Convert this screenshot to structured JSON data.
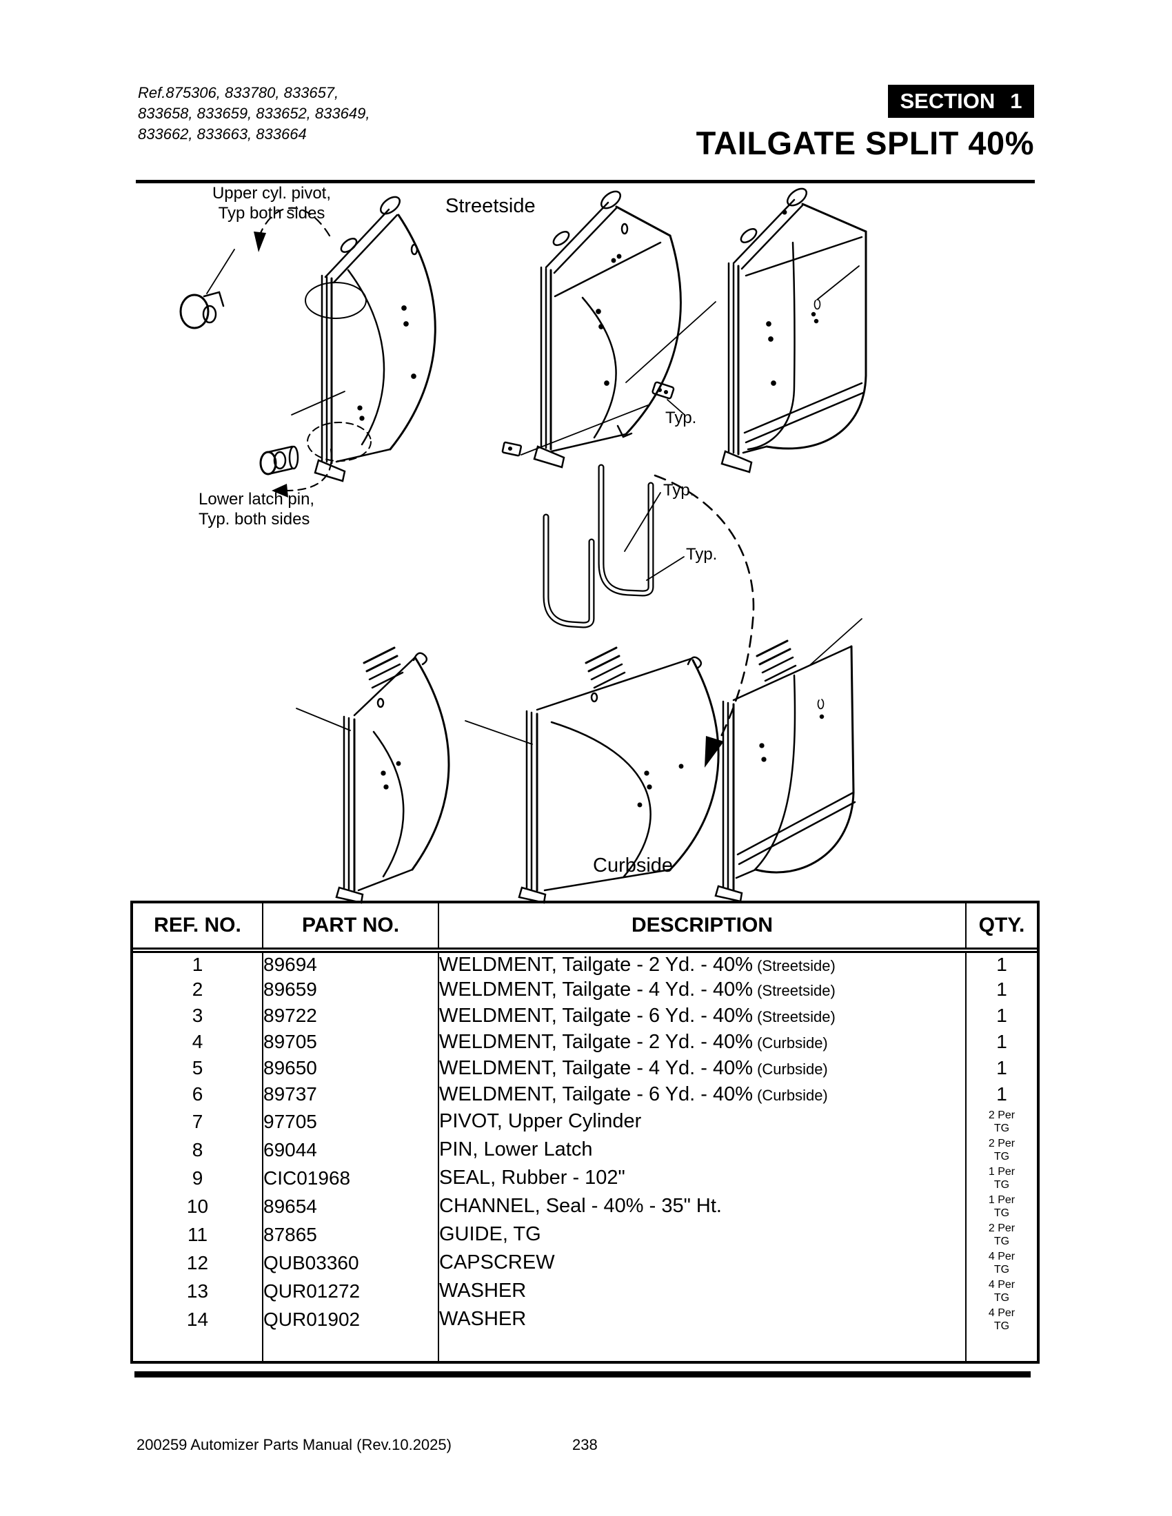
{
  "header": {
    "ref_lines": [
      "Ref.875306,  833780, 833657,",
      "833658, 833659, 833652, 833649,",
      "833662, 833663, 833664"
    ],
    "section_label": "SECTION",
    "section_number": "1",
    "title": "TAILGATE SPLIT 40%"
  },
  "diagram": {
    "labels": {
      "upper_pivot_1": "Upper cyl. pivot,",
      "upper_pivot_2": "Typ both sides",
      "streetside": "Streetside",
      "lower_latch_1": "Lower latch pin,",
      "lower_latch_2": "Typ. both sides",
      "typ_1": "Typ.",
      "typ_2": "Typ.",
      "typ_3": "Typ.",
      "curbside": "Curbside"
    }
  },
  "table": {
    "headers": [
      "REF. NO.",
      "PART NO.",
      "DESCRIPTION",
      "QTY."
    ],
    "rows": [
      {
        "ref": "1",
        "part": "89694",
        "desc": "WELDMENT, Tailgate - 2 Yd. - 40%",
        "note": "(Streetside)",
        "qty": "1",
        "qty_sub": ""
      },
      {
        "ref": "2",
        "part": "89659",
        "desc": "WELDMENT, Tailgate - 4 Yd. - 40%",
        "note": "(Streetside)",
        "qty": "1",
        "qty_sub": ""
      },
      {
        "ref": "3",
        "part": "89722",
        "desc": "WELDMENT, Tailgate - 6 Yd. - 40%",
        "note": "(Streetside)",
        "qty": "1",
        "qty_sub": ""
      },
      {
        "ref": "4",
        "part": "89705",
        "desc": "WELDMENT, Tailgate - 2 Yd. - 40%",
        "note": "(Curbside)",
        "qty": "1",
        "qty_sub": ""
      },
      {
        "ref": "5",
        "part": "89650",
        "desc": "WELDMENT, Tailgate - 4 Yd. - 40%",
        "note": "(Curbside)",
        "qty": "1",
        "qty_sub": ""
      },
      {
        "ref": "6",
        "part": "89737",
        "desc": "WELDMENT, Tailgate - 6 Yd. - 40%",
        "note": "(Curbside)",
        "qty": "1",
        "qty_sub": ""
      },
      {
        "ref": "7",
        "part": "97705",
        "desc": "PIVOT, Upper Cylinder",
        "note": "",
        "qty": "2 Per",
        "qty_sub": "TG"
      },
      {
        "ref": "8",
        "part": "69044",
        "desc": "PIN, Lower Latch",
        "note": "",
        "qty": "2 Per",
        "qty_sub": "TG"
      },
      {
        "ref": "9",
        "part": "CIC01968",
        "desc": "SEAL, Rubber - 102\"",
        "note": "",
        "qty": "1 Per",
        "qty_sub": "TG"
      },
      {
        "ref": "10",
        "part": "89654",
        "desc": "CHANNEL, Seal - 40% - 35\" Ht.",
        "note": "",
        "qty": "1 Per",
        "qty_sub": "TG"
      },
      {
        "ref": "11",
        "part": "87865",
        "desc": "GUIDE, TG",
        "note": "",
        "qty": "2 Per",
        "qty_sub": "TG"
      },
      {
        "ref": "12",
        "part": "QUB03360",
        "desc": "CAPSCREW",
        "note": "",
        "qty": "4 Per",
        "qty_sub": "TG"
      },
      {
        "ref": "13",
        "part": "QUR01272",
        "desc": "WASHER",
        "note": "",
        "qty": "4 Per",
        "qty_sub": "TG"
      },
      {
        "ref": "14",
        "part": "QUR01902",
        "desc": "WASHER",
        "note": "",
        "qty": "4 Per",
        "qty_sub": "TG"
      }
    ]
  },
  "footer": {
    "left": "200259 Automizer Parts Manual (Rev.10.2025)",
    "page": "238"
  }
}
